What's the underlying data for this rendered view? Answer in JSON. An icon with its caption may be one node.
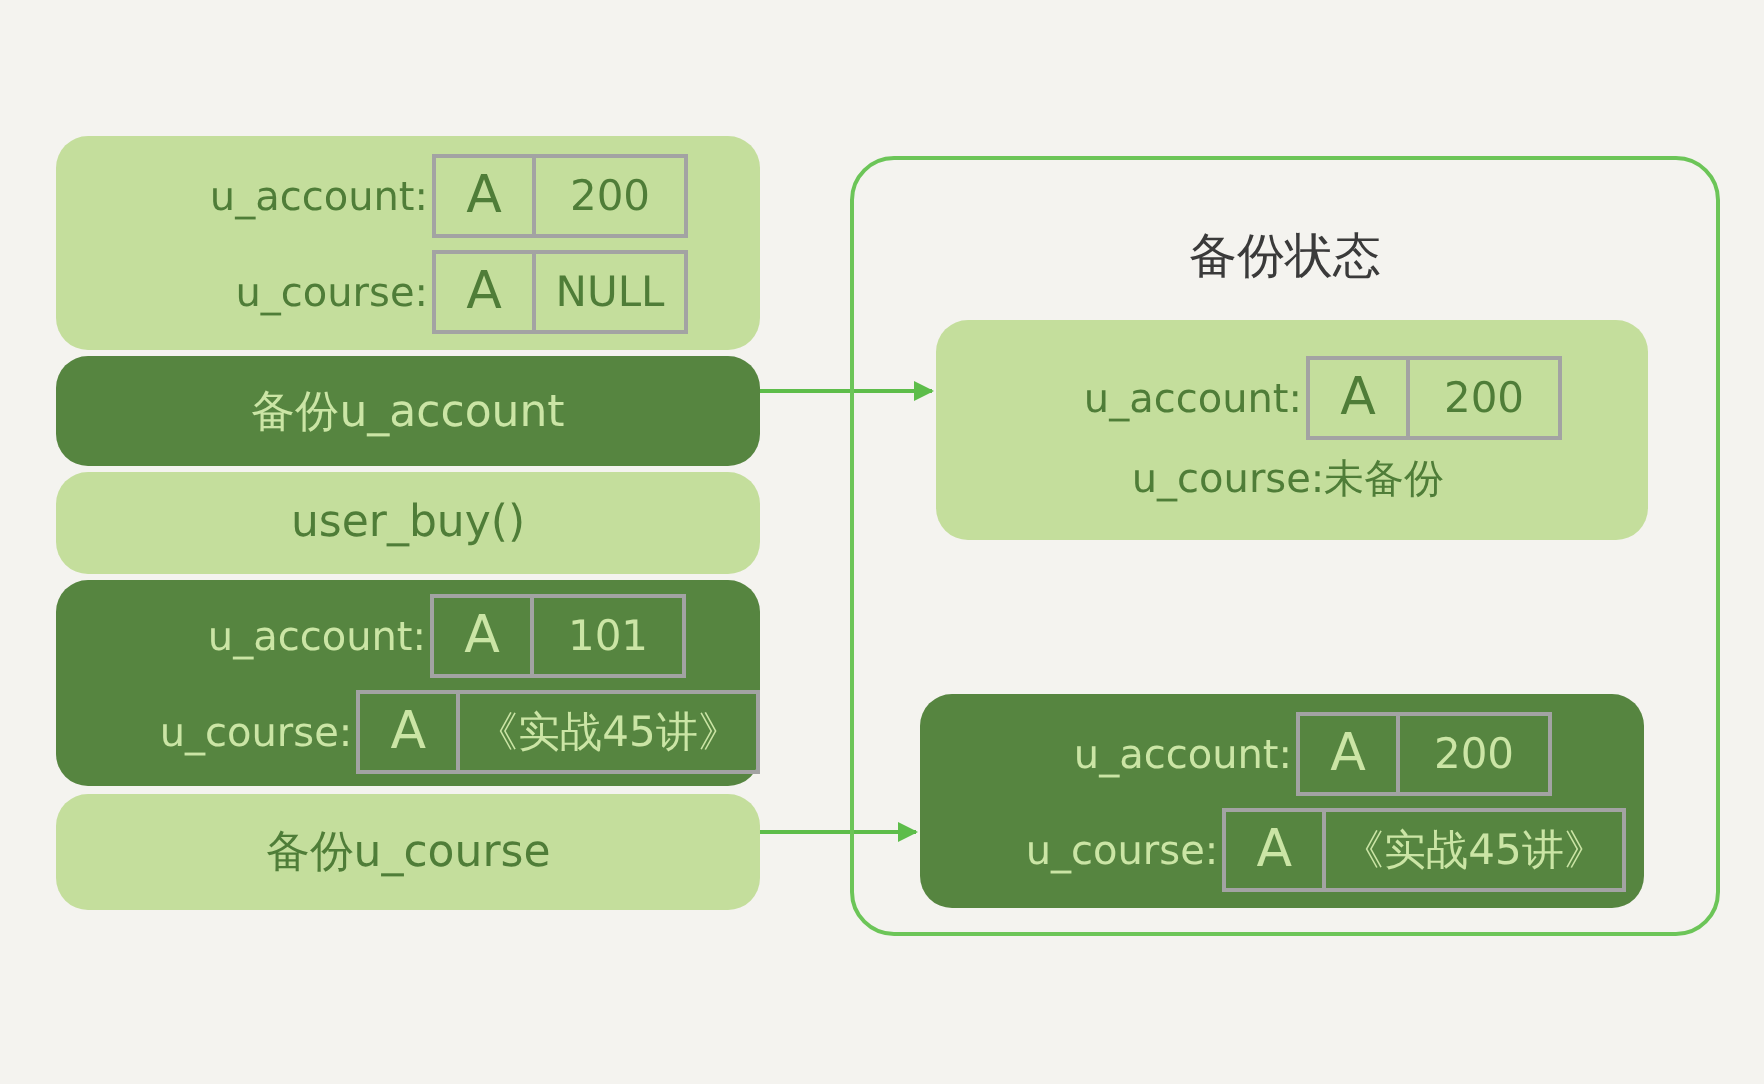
{
  "diagram": {
    "nodes": [
      {
        "text": [
          "u_account:",
          "A",
          "200",
          "u_course:",
          "A",
          "NULL"
        ]
      },
      {
        "text": [
          "备份u_account"
        ]
      },
      {
        "text": [
          "user_buy()"
        ]
      },
      {
        "text": [
          "u_account:",
          "A",
          "101",
          "u_course:",
          "A",
          "《实战45讲》"
        ]
      },
      {
        "text": [
          "备份u_course"
        ]
      },
      {
        "text": [
          "备份状态"
        ]
      },
      {
        "text": [
          "u_account:",
          "A",
          "200",
          "u_course:未备份"
        ],
        "in": 5
      },
      {
        "text": [
          "u_account:",
          "A",
          "200",
          "u_course:",
          "A",
          "《实战45讲》"
        ],
        "in": 5
      }
    ],
    "edges": [
      {
        "from": 1,
        "to": 6,
        "arrow": "to"
      },
      {
        "from": 4,
        "to": 7,
        "arrow": "to"
      }
    ]
  }
}
